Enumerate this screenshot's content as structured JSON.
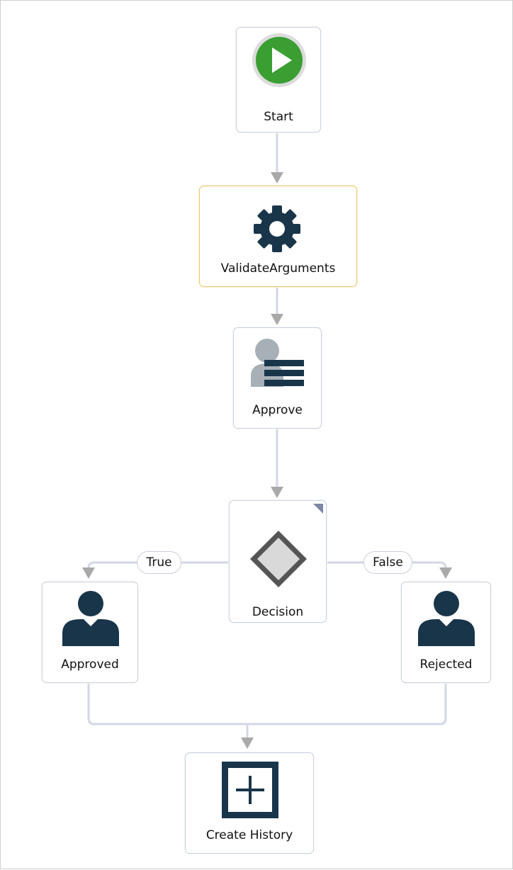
{
  "nodes": {
    "start": {
      "label": "Start",
      "icon": "play-icon"
    },
    "validate": {
      "label": "ValidateArguments",
      "icon": "gear-icon"
    },
    "approve": {
      "label": "Approve",
      "icon": "user-task-icon"
    },
    "decision": {
      "label": "Decision",
      "icon": "decision-diamond-icon"
    },
    "approved": {
      "label": "Approved",
      "icon": "user-icon"
    },
    "rejected": {
      "label": "Rejected",
      "icon": "user-icon"
    },
    "create_history": {
      "label": "Create History",
      "icon": "expand-plus-icon"
    }
  },
  "branches": {
    "true_label": "True",
    "false_label": "False"
  },
  "colors": {
    "connector": "#d3d6e6",
    "arrow": "#a9a9a9",
    "icon_dark": "#193549",
    "icon_muted": "#a6b0b6",
    "start_green": "#3a9e33",
    "selected_border": "#e9c978"
  }
}
